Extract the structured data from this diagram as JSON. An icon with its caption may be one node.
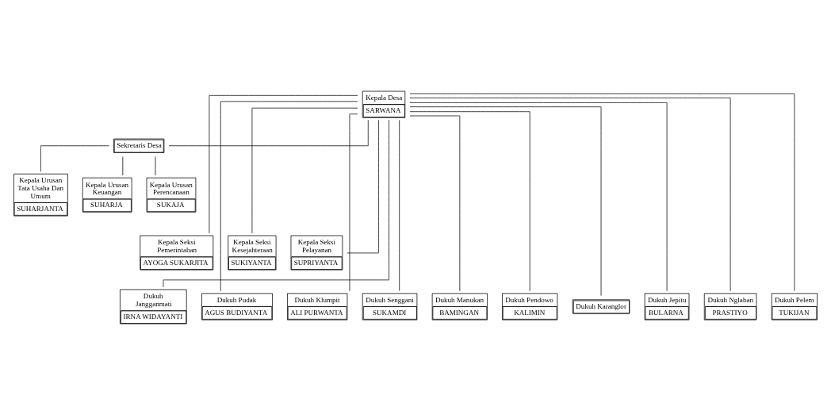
{
  "diagram": {
    "nodes": [
      {
        "text": [
          "Kepala Desa",
          "SARWANA"
        ]
      },
      {
        "text": [
          "Sekretaris Desa"
        ]
      },
      {
        "text": [
          "Kepala Urusan Tata Usaha Dan Umum",
          "SUHARJANTA"
        ]
      },
      {
        "text": [
          "Kepala Urusan Keuangan",
          "SUHARJA"
        ]
      },
      {
        "text": [
          "Kepala Urusan Perencanaan",
          "SUKAJA"
        ]
      },
      {
        "text": [
          "Kepala Seksi Pemerintahan",
          "AYOGA SUKARJITA"
        ]
      },
      {
        "text": [
          "Kepala Seksi Kesejahteraan",
          "SUKIYANTA"
        ]
      },
      {
        "text": [
          "Kepala Seksi Pelayanan",
          "SUPRIYANTA"
        ]
      },
      {
        "text": [
          "Dukuh Jangganmati",
          "IRNA WIDAYANTI"
        ]
      },
      {
        "text": [
          "Dukuh Pudak",
          "AGUS BUDIYANTA"
        ]
      },
      {
        "text": [
          "Dukuh Klumpit",
          "ALI PURWANTA"
        ]
      },
      {
        "text": [
          "Dukuh Senggani",
          "SUKAMDI"
        ]
      },
      {
        "text": [
          "Dukuh Manukan",
          "BAMINGAN"
        ]
      },
      {
        "text": [
          "Dukuh Pendowo",
          "KALIMIN"
        ]
      },
      {
        "text": [
          "Dukuh Karanglor"
        ]
      },
      {
        "text": [
          "Dukuh Jepitu",
          "BULARNA"
        ]
      },
      {
        "text": [
          "Dukuh Nglaban",
          "PRASTIYO"
        ]
      },
      {
        "text": [
          "Dukuh Pelem",
          "TUKIJAN"
        ]
      }
    ],
    "edges": [
      {
        "from": 0,
        "to": 1,
        "arrow": "none"
      },
      {
        "from": 1,
        "to": 2,
        "arrow": "none"
      },
      {
        "from": 1,
        "to": 3,
        "arrow": "none"
      },
      {
        "from": 1,
        "to": 4,
        "arrow": "none"
      },
      {
        "from": 0,
        "to": 5,
        "arrow": "none"
      },
      {
        "from": 0,
        "to": 6,
        "arrow": "none"
      },
      {
        "from": 0,
        "to": 7,
        "arrow": "none"
      },
      {
        "from": 0,
        "to": 8,
        "arrow": "none"
      },
      {
        "from": 0,
        "to": 9,
        "arrow": "none"
      },
      {
        "from": 0,
        "to": 10,
        "arrow": "none"
      },
      {
        "from": 0,
        "to": 11,
        "arrow": "none"
      },
      {
        "from": 0,
        "to": 12,
        "arrow": "none"
      },
      {
        "from": 0,
        "to": 13,
        "arrow": "none"
      },
      {
        "from": 0,
        "to": 14,
        "arrow": "none"
      },
      {
        "from": 0,
        "to": 15,
        "arrow": "none"
      },
      {
        "from": 0,
        "to": 16,
        "arrow": "none"
      },
      {
        "from": 0,
        "to": 17,
        "arrow": "none"
      }
    ]
  }
}
